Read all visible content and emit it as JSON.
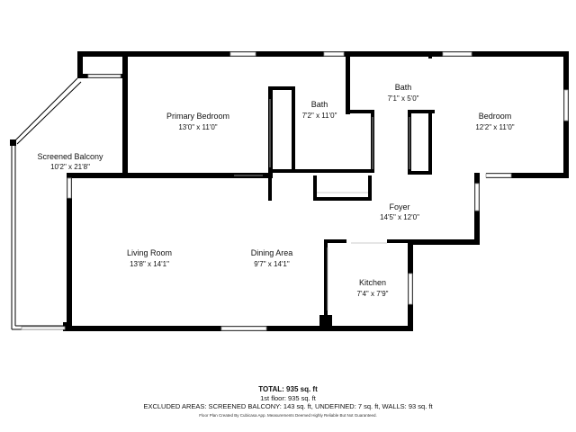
{
  "rooms": {
    "screened_balcony": {
      "name": "Screened Balcony",
      "dims": "10'2\" x 21'8\""
    },
    "primary_bedroom": {
      "name": "Primary Bedroom",
      "dims": "13'0\" x 11'0\""
    },
    "bath_1": {
      "name": "Bath",
      "dims": "7'2\" x 11'0\""
    },
    "bath_2": {
      "name": "Bath",
      "dims": "7'1\" x 5'0\""
    },
    "bedroom": {
      "name": "Bedroom",
      "dims": "12'2\" x 11'0\""
    },
    "foyer": {
      "name": "Foyer",
      "dims": "14'5\" x 12'0\""
    },
    "living_room": {
      "name": "Living Room",
      "dims": "13'8\" x 14'1\""
    },
    "dining_area": {
      "name": "Dining Area",
      "dims": "9'7\" x 14'1\""
    },
    "kitchen": {
      "name": "Kitchen",
      "dims": "7'4\" x 7'9\""
    }
  },
  "footer": {
    "total": "TOTAL: 935 sq. ft",
    "floor": "1st floor: 935 sq. ft",
    "excluded": "EXCLUDED AREAS: SCREENED BALCONY: 143 sq. ft, UNDEFINED: 7 sq. ft, WALLS: 93 sq. ft",
    "disclaimer": "Floor Plan Created By Cubicasa App. Measurements Deemed Highly Reliable But Not Guaranteed."
  }
}
